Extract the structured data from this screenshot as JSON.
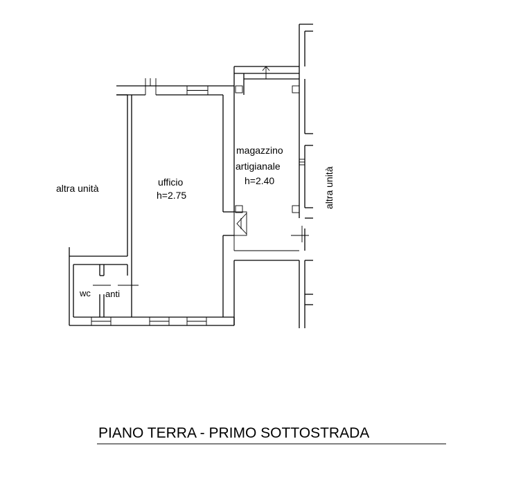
{
  "rooms": {
    "ufficio": {
      "name": "ufficio",
      "height": "h=2.75"
    },
    "magazzino": {
      "name_line1": "magazzino",
      "name_line2": "artigianale",
      "height": "h=2.40"
    },
    "wc": {
      "name": "wc"
    },
    "anti": {
      "name": "anti"
    }
  },
  "neighbors": {
    "left": "altra unità",
    "right": "altra unità"
  },
  "title": "PIANO TERRA - PRIMO SOTTOSTRADA",
  "colors": {
    "line": "#000000",
    "background": "#ffffff"
  }
}
